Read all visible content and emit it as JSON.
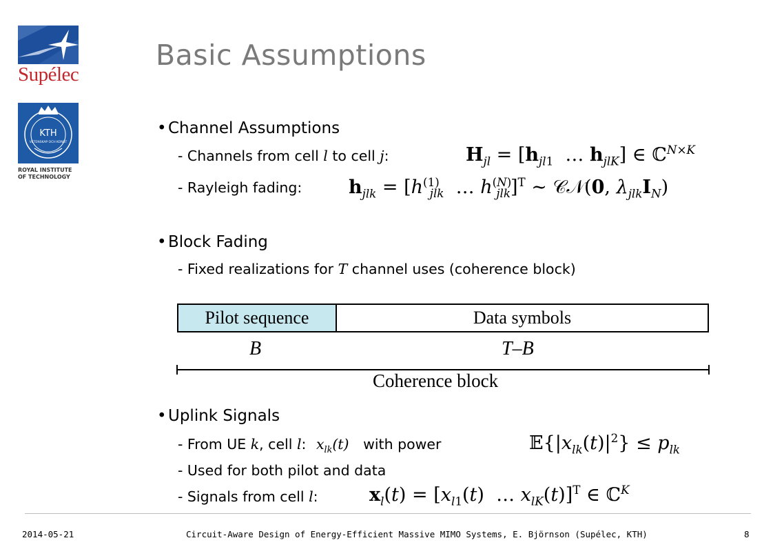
{
  "slide": {
    "title": "Basic Assumptions",
    "logos": {
      "supelec_text": "Supélec",
      "kth_text": "KTH",
      "kth_ring_text": "VETENSKAP OCH KONST",
      "kth_caption_line1": "ROYAL INSTITUTE",
      "kth_caption_line2": "OF TECHNOLOGY"
    }
  },
  "channel": {
    "heading": "Channel Assumptions",
    "line1_prefix": "- Channels from cell ",
    "line1_l": "l",
    "line1_mid": " to cell ",
    "line1_j": "j",
    "line1_suffix": ":",
    "line1_math": "H_jl = [h_jl1 ... h_jlK] ∈ C^(N×K)",
    "line2_prefix": "- Rayleigh fading:",
    "line2_math": "h_jlk = [h_jlk^(1) ... h_jlk^(N)]^T ~ CN(0, λ_jlk I_N)"
  },
  "block": {
    "heading": "Block Fading",
    "line_prefix": "- Fixed realizations for ",
    "line_T": "T",
    "line_suffix": " channel uses (coherence block)",
    "diagram": {
      "pilot_label": "Pilot sequence",
      "data_label": "Data symbols",
      "pilot_len": "B",
      "data_len": "T–B",
      "block_label": "Coherence block",
      "pilot_color": "#c7e8ef"
    }
  },
  "uplink": {
    "heading": "Uplink Signals",
    "line1_prefix": "- From UE ",
    "line1_k": "k",
    "line1_mid": ", cell ",
    "line1_l": "l",
    "line1_colon": ":",
    "line1_signal": "x_lk(t)",
    "line1_suffix": "with power",
    "line1_math": "E{|x_lk(t)|^2} ≤ p_lk",
    "line2": "- Used for both pilot and data",
    "line3_prefix": "- Signals from cell ",
    "line3_l": "l",
    "line3_colon": ":",
    "line3_math": "x_l(t) = [x_l1(t) ... x_lK(t)]^T ∈ C^K"
  },
  "footer": {
    "date": "2014-05-21",
    "citation": "Circuit-Aware Design of Energy-Efficient Massive MIMO Systems, E. Björnson (Supélec, KTH)",
    "page": "8"
  },
  "colors": {
    "title": "#7a7a7a",
    "supelec_blue": "#1e4f9c",
    "supelec_red": "#c2272d",
    "kth_blue": "#1f5aa6"
  }
}
